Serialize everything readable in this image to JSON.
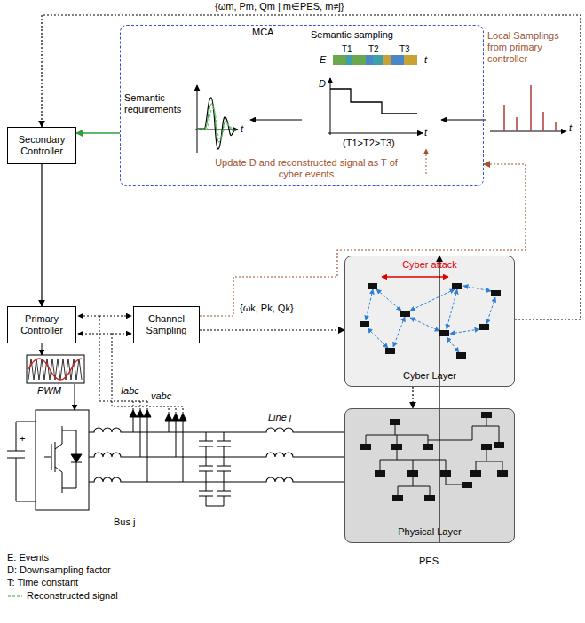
{
  "diagram": {
    "nodes": [
      {
        "text": [
          "Secondary Controller"
        ]
      },
      {
        "text": [
          "MCA"
        ]
      },
      {
        "text": [
          "Primary Controller"
        ]
      },
      {
        "text": [
          "Channel Sampling"
        ]
      },
      {
        "text": [
          "Cyber attack",
          "Cyber Layer"
        ]
      },
      {
        "text": [
          "Physical Layer"
        ]
      }
    ],
    "edges": [
      {
        "from": 1,
        "to": 0,
        "arrow": "to"
      },
      {
        "from": 0,
        "to": 2,
        "arrow": "to"
      },
      {
        "from": 3,
        "to": 4,
        "arrow": "to",
        "label": "{ωk, Pk, Qk}"
      },
      {
        "from": 3,
        "to": 1,
        "arrow": "to"
      },
      {
        "from": 4,
        "to": 0,
        "arrow": "to",
        "label": "{ωm, Pm, Qm | m∈PES, m≠j}"
      },
      {
        "from": 4,
        "to": 5,
        "arrow": "to"
      },
      {
        "from": 5,
        "to": 4,
        "arrow": "to"
      }
    ],
    "labels": [
      "Semantic requirements",
      "t",
      "Semantic sampling",
      "T1",
      "T2",
      "T3",
      "E",
      "t",
      "D",
      "t",
      "(T1>T2>T3)",
      "Update D and reconstructed signal as T of cyber events",
      "Local Samplings from primary controller",
      "t",
      "Iabc",
      "vabc",
      "+",
      "PWM",
      "Line j",
      "Bus j",
      "PES",
      "E: Events",
      "D: Downsampling factor",
      "T: Time constant"
    ],
    "legend": [
      {
        "text": "Reconstructed signal"
      }
    ]
  }
}
